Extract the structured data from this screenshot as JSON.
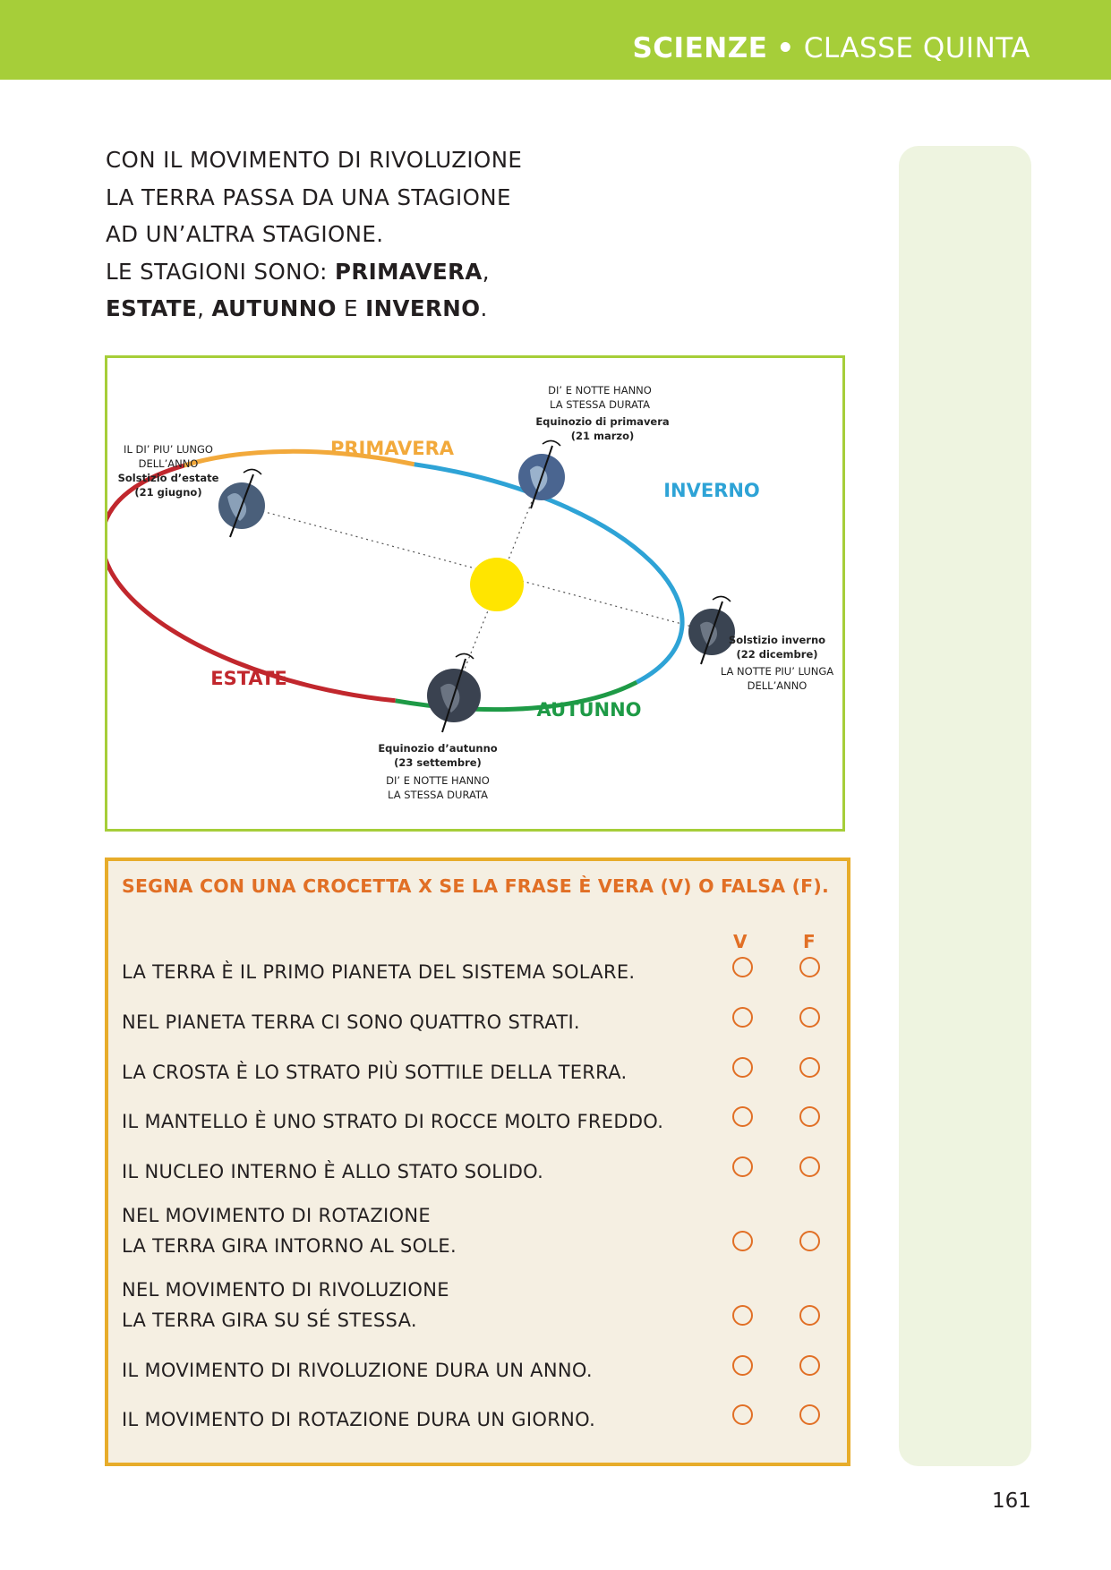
{
  "header": {
    "subject": "SCIENZE",
    "separator": "•",
    "grade": "CLASSE QUINTA"
  },
  "intro": {
    "line1": "CON IL MOVIMENTO DI RIVOLUZIONE",
    "line2": "LA TERRA PASSA DA UNA STAGIONE",
    "line3": "AD UN’ALTRA STAGIONE.",
    "line4_prefix": "LE STAGIONI SONO: ",
    "season1": "PRIMAVERA",
    "comma1": ",",
    "season2": "ESTATE",
    "comma2": ", ",
    "season3": "AUTUNNO",
    "conj": " E ",
    "season4": "INVERNO",
    "period": "."
  },
  "diagram": {
    "seasons": {
      "primavera": "PRIMAVERA",
      "inverno": "INVERNO",
      "estate": "ESTATE",
      "autunno": "AUTUNNO"
    },
    "colors": {
      "primavera": "#f2a93b",
      "inverno": "#2ea3d6",
      "estate": "#c1272d",
      "autunno": "#1e9a46",
      "sun": "#ffe500",
      "frame": "#a6ce39"
    },
    "labels": {
      "spring_equinox": [
        "DI’ E NOTTE HANNO",
        "LA STESSA DURATA",
        "Equinozio di primavera",
        "(21 marzo)"
      ],
      "summer_solstice": [
        "IL DI’ PIU’ LUNGO",
        "DELL’ANNO",
        "Solstizio d’estate",
        "(21 giugno)"
      ],
      "winter_solstice": [
        "Solstizio inverno",
        "(22 dicembre)",
        "LA NOTTE PIU’ LUNGA",
        "DELL’ANNO"
      ],
      "autumn_equinox": [
        "Equinozio d’autunno",
        "(23 settembre)",
        "DI’ E NOTTE HANNO",
        "LA STESSA DURATA"
      ]
    }
  },
  "quiz": {
    "instruction": "SEGNA CON UNA CROCETTA X SE LA FRASE È VERA (V) O FALSA (F).",
    "col_true": "V",
    "col_false": "F",
    "questions": [
      {
        "l1": "LA TERRA È IL PRIMO PIANETA DEL SISTEMA SOLARE.",
        "l2": ""
      },
      {
        "l1": "NEL PIANETA TERRA CI SONO QUATTRO STRATI.",
        "l2": ""
      },
      {
        "l1": "LA CROSTA È LO STRATO PIÙ SOTTILE DELLA TERRA.",
        "l2": ""
      },
      {
        "l1": "IL MANTELLO È UNO STRATO DI ROCCE MOLTO FREDDO.",
        "l2": ""
      },
      {
        "l1": "IL NUCLEO INTERNO È ALLO STATO SOLIDO.",
        "l2": ""
      },
      {
        "l1": "NEL MOVIMENTO DI ROTAZIONE",
        "l2": "LA TERRA GIRA INTORNO AL SOLE."
      },
      {
        "l1": "NEL MOVIMENTO DI RIVOLUZIONE",
        "l2": "LA TERRA GIRA SU SÉ STESSA."
      },
      {
        "l1": "IL MOVIMENTO DI RIVOLUZIONE DURA UN ANNO.",
        "l2": ""
      },
      {
        "l1": "IL MOVIMENTO DI ROTAZIONE DURA UN GIORNO.",
        "l2": ""
      }
    ]
  },
  "page_number": "161"
}
